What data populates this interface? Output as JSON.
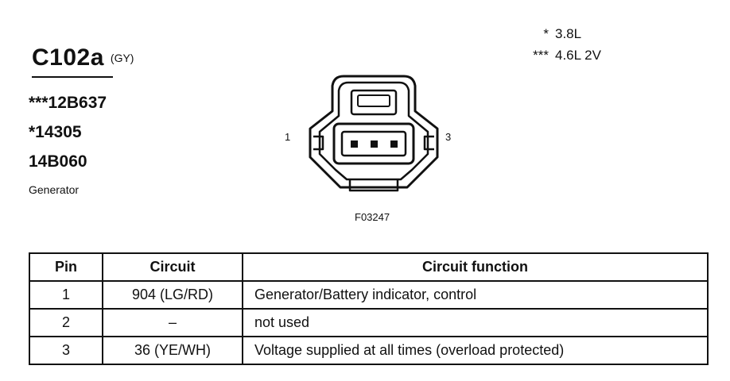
{
  "connector": {
    "id": "C102a",
    "color": "(GY)",
    "part_numbers": [
      "***12B637",
      "*14305",
      "14B060"
    ],
    "description": "Generator"
  },
  "legend": [
    {
      "mark": "*",
      "text": "3.8L"
    },
    {
      "mark": "***",
      "text": "4.6L 2V"
    }
  ],
  "figure": {
    "pin_left_label": "1",
    "pin_right_label": "3",
    "code": "F03247"
  },
  "table": {
    "headers": [
      "Pin",
      "Circuit",
      "Circuit function"
    ],
    "rows": [
      {
        "pin": "1",
        "circuit": "904 (LG/RD)",
        "function": "Generator/Battery indicator, control"
      },
      {
        "pin": "2",
        "circuit": "–",
        "function": "not used"
      },
      {
        "pin": "3",
        "circuit": "36 (YE/WH)",
        "function": "Voltage supplied at all times (overload protected)"
      }
    ]
  }
}
